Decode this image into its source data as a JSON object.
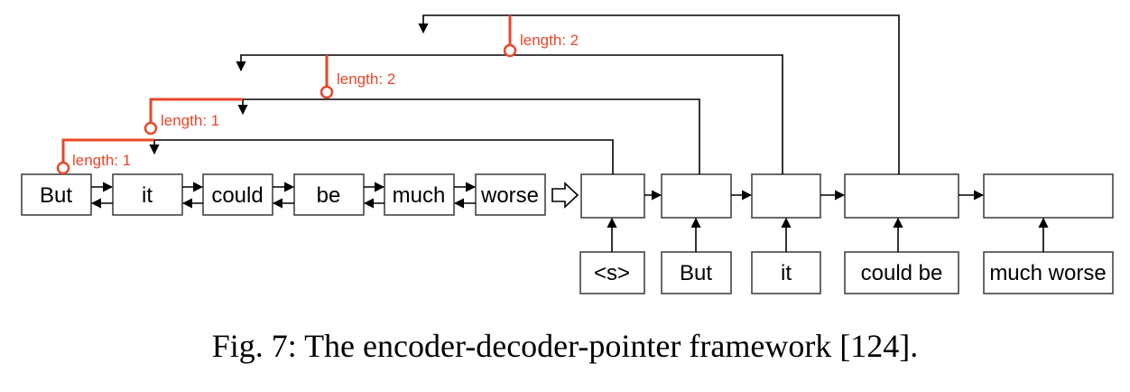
{
  "encoder": {
    "tokens": [
      "But",
      "it",
      "could",
      "be",
      "much",
      "worse"
    ]
  },
  "decoder": {
    "inputs": [
      "<s>",
      "But",
      "it",
      "could be",
      "much worse"
    ]
  },
  "pointers": [
    {
      "label": "length: 1"
    },
    {
      "label": "length: 1"
    },
    {
      "label": "length: 2"
    },
    {
      "label": "length: 2"
    }
  ],
  "caption": "Fig. 7: The encoder-decoder-pointer framework [124].",
  "colors": {
    "pointer": "#e8472a",
    "box_stroke": "#444444",
    "arrow": "#000000"
  }
}
